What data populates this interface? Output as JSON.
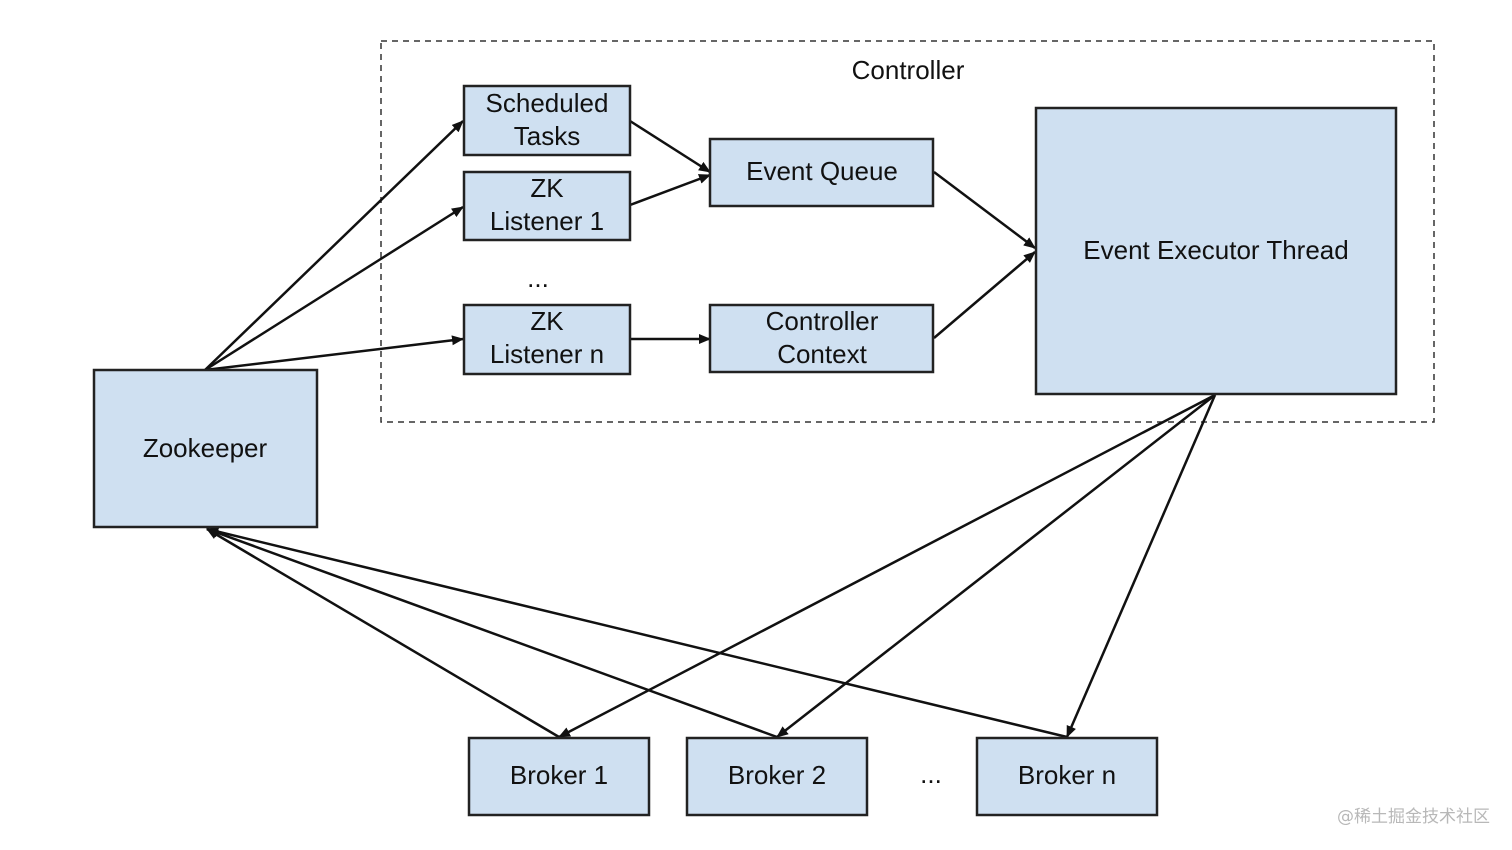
{
  "controller_label": "Controller",
  "nodes": {
    "scheduled_tasks": [
      "Scheduled",
      "Tasks"
    ],
    "zk_listener_1": [
      "ZK",
      "Listener 1"
    ],
    "zk_listener_n": [
      "ZK",
      "Listener n"
    ],
    "event_queue": [
      "Event Queue"
    ],
    "controller_context": [
      "Controller",
      "Context"
    ],
    "event_executor_thread": [
      "Event Executor Thread"
    ],
    "zookeeper": [
      "Zookeeper"
    ],
    "broker_1": [
      "Broker 1"
    ],
    "broker_2": [
      "Broker 2"
    ],
    "broker_n": [
      "Broker n"
    ]
  },
  "ellipsis_listeners": "...",
  "ellipsis_brokers": "...",
  "edges": [
    {
      "from": "zookeeper",
      "to": "scheduled_tasks"
    },
    {
      "from": "zookeeper",
      "to": "zk_listener_1"
    },
    {
      "from": "zookeeper",
      "to": "zk_listener_n"
    },
    {
      "from": "scheduled_tasks",
      "to": "event_queue"
    },
    {
      "from": "zk_listener_1",
      "to": "event_queue"
    },
    {
      "from": "zk_listener_n",
      "to": "controller_context"
    },
    {
      "from": "event_queue",
      "to": "event_executor_thread"
    },
    {
      "from": "controller_context",
      "to": "event_executor_thread"
    },
    {
      "from": "event_executor_thread",
      "to": "broker_1"
    },
    {
      "from": "event_executor_thread",
      "to": "broker_2"
    },
    {
      "from": "event_executor_thread",
      "to": "broker_n"
    },
    {
      "from": "broker_1",
      "to": "zookeeper"
    },
    {
      "from": "broker_2",
      "to": "zookeeper"
    },
    {
      "from": "broker_n",
      "to": "zookeeper"
    }
  ],
  "watermark": "@稀土掘金技术社区"
}
